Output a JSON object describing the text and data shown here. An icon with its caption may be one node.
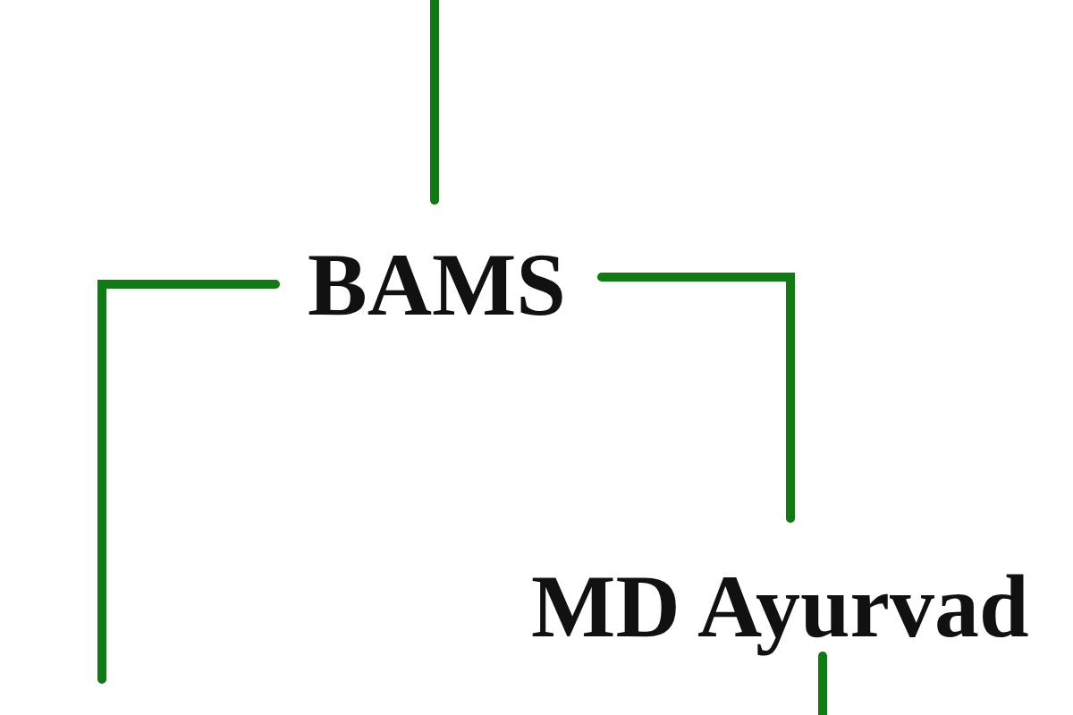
{
  "diagram": {
    "nodes": [
      {
        "text": [
          "BAMS"
        ]
      },
      {
        "text": [
          "MD Ayurvad"
        ]
      }
    ],
    "edges": [
      {
        "from": null,
        "to": 0,
        "arrow": "none"
      },
      {
        "from": 0,
        "to": null,
        "arrow": "none"
      },
      {
        "from": 0,
        "to": 1,
        "arrow": "none"
      },
      {
        "from": 1,
        "to": null,
        "arrow": "none"
      }
    ]
  }
}
